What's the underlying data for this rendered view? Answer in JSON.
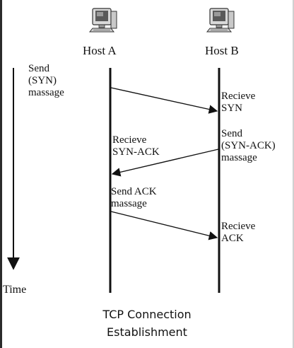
{
  "hosts": {
    "a": {
      "label": "Host A",
      "icon": "computer-icon"
    },
    "b": {
      "label": "Host B",
      "icon": "computer-icon"
    }
  },
  "time_axis": {
    "label": "Time"
  },
  "messages": [
    {
      "id": "syn",
      "send_label": "Send\n(SYN)\nmassage",
      "receive_label": "Recieve\nSYN"
    },
    {
      "id": "syn-ack",
      "send_label": "Send\n(SYN-ACK)\nmassage",
      "receive_label": "Recieve\nSYN-ACK"
    },
    {
      "id": "ack",
      "send_label": "Send ACK\nmassage",
      "receive_label": "Recieve\nACK"
    }
  ],
  "caption": {
    "line1": "TCP Connection",
    "line2": "Establishment"
  }
}
